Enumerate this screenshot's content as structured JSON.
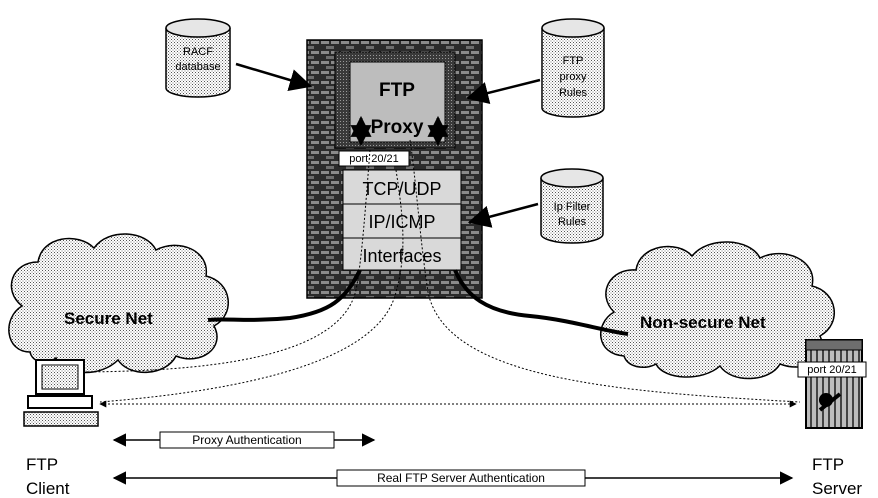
{
  "databases": {
    "racf": {
      "line1": "RACF",
      "line2": "database"
    },
    "ftp_rules": {
      "line1": "FTP",
      "line2": "proxy",
      "line3": "Rules"
    },
    "ip_filter_rules": {
      "line1": "Ip Filter",
      "line2": "Rules"
    }
  },
  "firewall": {
    "proxy_line1": "FTP",
    "proxy_line2": "Proxy",
    "port_label": "port 20/21",
    "layer_tcp": "TCP/UDP",
    "layer_ip": "IP/ICMP",
    "layer_interfaces": "Interfaces"
  },
  "clouds": {
    "secure": "Secure Net",
    "nonsecure": "Non-secure Net"
  },
  "server": {
    "port_label": "port 20/21"
  },
  "endpoints": {
    "client_line1": "FTP",
    "client_line2": "Client",
    "server_line1": "FTP",
    "server_line2": "Server"
  },
  "auth": {
    "proxy": "Proxy Authentication",
    "real": "Real FTP Server Authentication"
  }
}
